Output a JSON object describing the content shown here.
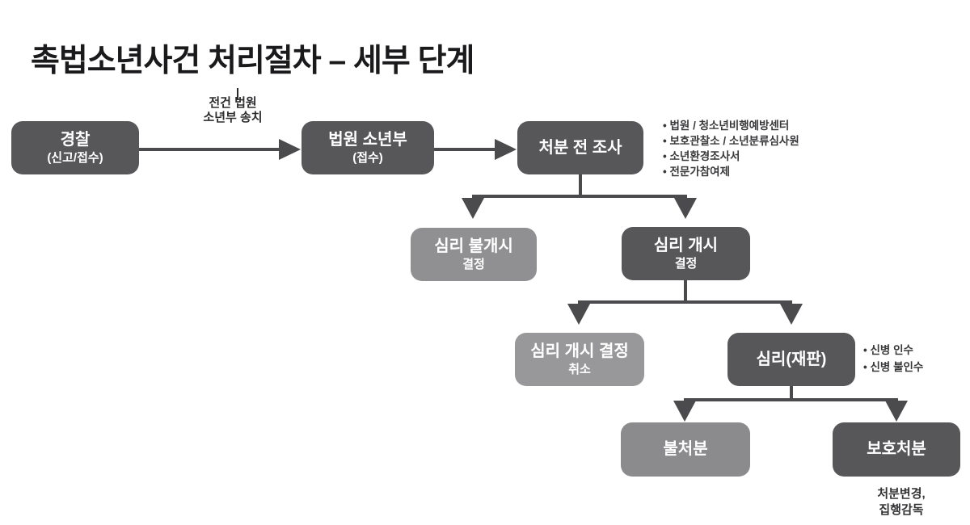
{
  "title": "촉법소년사건 처리절차 – 세부 단계",
  "colors": {
    "dark_box": "#57575a",
    "light_box": "#909092",
    "lighter_box": "#98989a",
    "medium_box": "#8b8b8d",
    "arrow": "#4b4b4e",
    "side_text": "#39393b",
    "title_color": "#1a1a1c"
  },
  "transfer_label": {
    "line1": "전건 법원",
    "line2": "소년부 송치"
  },
  "nodes": {
    "police": {
      "title": "경찰",
      "subtitle": "(신고/접수)"
    },
    "court": {
      "title": "법원 소년부",
      "subtitle": "(접수)"
    },
    "investigation": {
      "title": "처분 전 조사"
    },
    "no_hearing": {
      "title": "심리 불개시",
      "subtitle": "결정"
    },
    "hearing_open": {
      "title": "심리 개시",
      "subtitle": "결정"
    },
    "hearing_cancel": {
      "title": "심리 개시 결정",
      "subtitle": "취소"
    },
    "trial": {
      "title": "심리(재판)"
    },
    "no_disposition": {
      "title": "불처분"
    },
    "protective": {
      "title": "보호처분"
    }
  },
  "investigation_notes": [
    "법원 / 청소년비행예방센터",
    "보호관찰소 / 소년분류심사원",
    "소년환경조사서",
    "전문가참여제"
  ],
  "trial_notes": [
    "신병 인수",
    "신병 불인수"
  ],
  "protective_note": {
    "line1": "처분변경,",
    "line2": "집행감독"
  }
}
